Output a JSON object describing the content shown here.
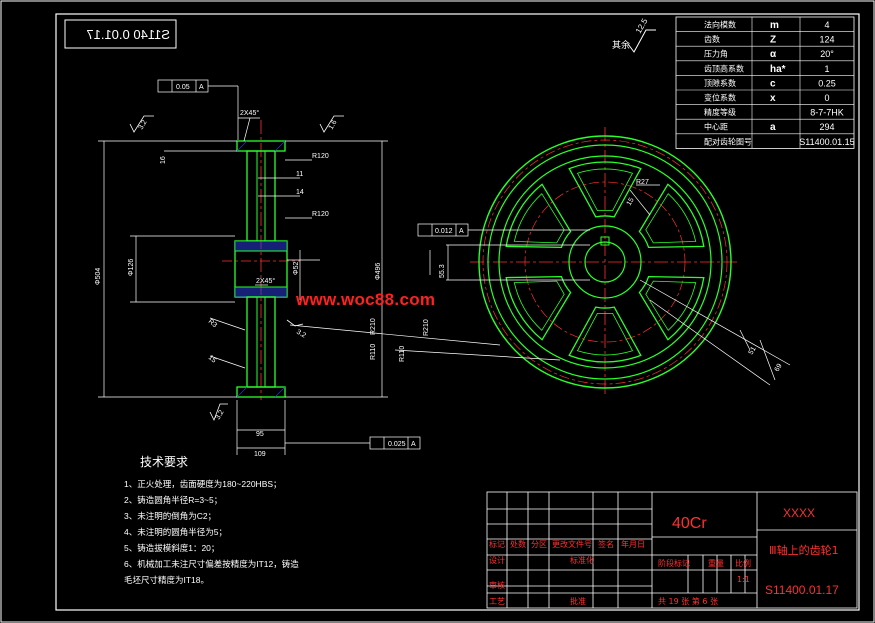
{
  "drawing_number_mirrored": "S1140 0.01.17",
  "surface_finish_rest": {
    "label": "其余",
    "value": "12.5"
  },
  "params": [
    {
      "name": "法向模数",
      "symbol": "m",
      "value": "4"
    },
    {
      "name": "齿数",
      "symbol": "Z",
      "value": "124"
    },
    {
      "name": "压力角",
      "symbol": "α",
      "value": "20°"
    },
    {
      "name": "齿顶高系数",
      "symbol": "ha*",
      "value": "1"
    },
    {
      "name": "顶隙系数",
      "symbol": "c",
      "value": "0.25"
    },
    {
      "name": "变位系数",
      "symbol": "x",
      "value": "0"
    },
    {
      "name": "精度等级",
      "symbol": "",
      "value": "8-7-7HK"
    },
    {
      "name": "中心距",
      "symbol": "a",
      "value": "294"
    },
    {
      "name": "配对齿轮图号",
      "symbol": "",
      "value": "S11400.01.15"
    }
  ],
  "dims": {
    "tol_top": "0.05",
    "datum_a": "A",
    "chamfer_top": "2X45°",
    "chamfer_mid": "2X45°",
    "r120a": "R120",
    "r120b": "R120",
    "d11": "11",
    "d14": "14",
    "dia504": "Φ504",
    "dia496": "Φ496",
    "dia126": "Φ126",
    "dia52": "Φ52",
    "w95": "95",
    "w109": "109",
    "tol_bottom": "0.025",
    "tol_key": "0.012",
    "r3": "R3",
    "r2": "R2",
    "r15": "15",
    "r110": "R110",
    "r210": "R210",
    "r27": "R27",
    "r15b": "15",
    "d55": "55.3",
    "d51": "51",
    "d69": "69",
    "d16": "16",
    "s1": "3.2",
    "s2": "3.2",
    "s3": "1.6",
    "s4": "3.2",
    "s5": "3.2"
  },
  "watermark": "www.woc88.com",
  "tech_title": "技术要求",
  "tech_items": [
    "1、正火处理，齿面硬度为180~220HBS；",
    "2、铸造圆角半径R=3~5；",
    "3、未注明的倒角为C2；",
    "4、未注明的圆角半径为5；",
    "5、铸造拔模斜度1：20；",
    "6、机械加工未注尺寸偏差按精度为IT12，铸造",
    "毛坯尺寸精度为IT18。"
  ],
  "title_block": {
    "material": "40Cr",
    "company": "XXXX",
    "part_name": "Ⅲ轴上的齿轮1",
    "drawing_number": "S11400.01.17",
    "h_marks": "标记",
    "h_count": "处数",
    "h_zone": "分区",
    "h_doc": "更改文件号",
    "h_sign": "签名",
    "h_date": "年月日",
    "design": "设计",
    "standard": "标准化",
    "stage": "阶段标记",
    "weight": "重量",
    "scale": "比例",
    "scale_val": "1:1",
    "review": "审核",
    "process": "工艺",
    "approve": "批准",
    "sheets": "共 19 张  第 6 张"
  }
}
